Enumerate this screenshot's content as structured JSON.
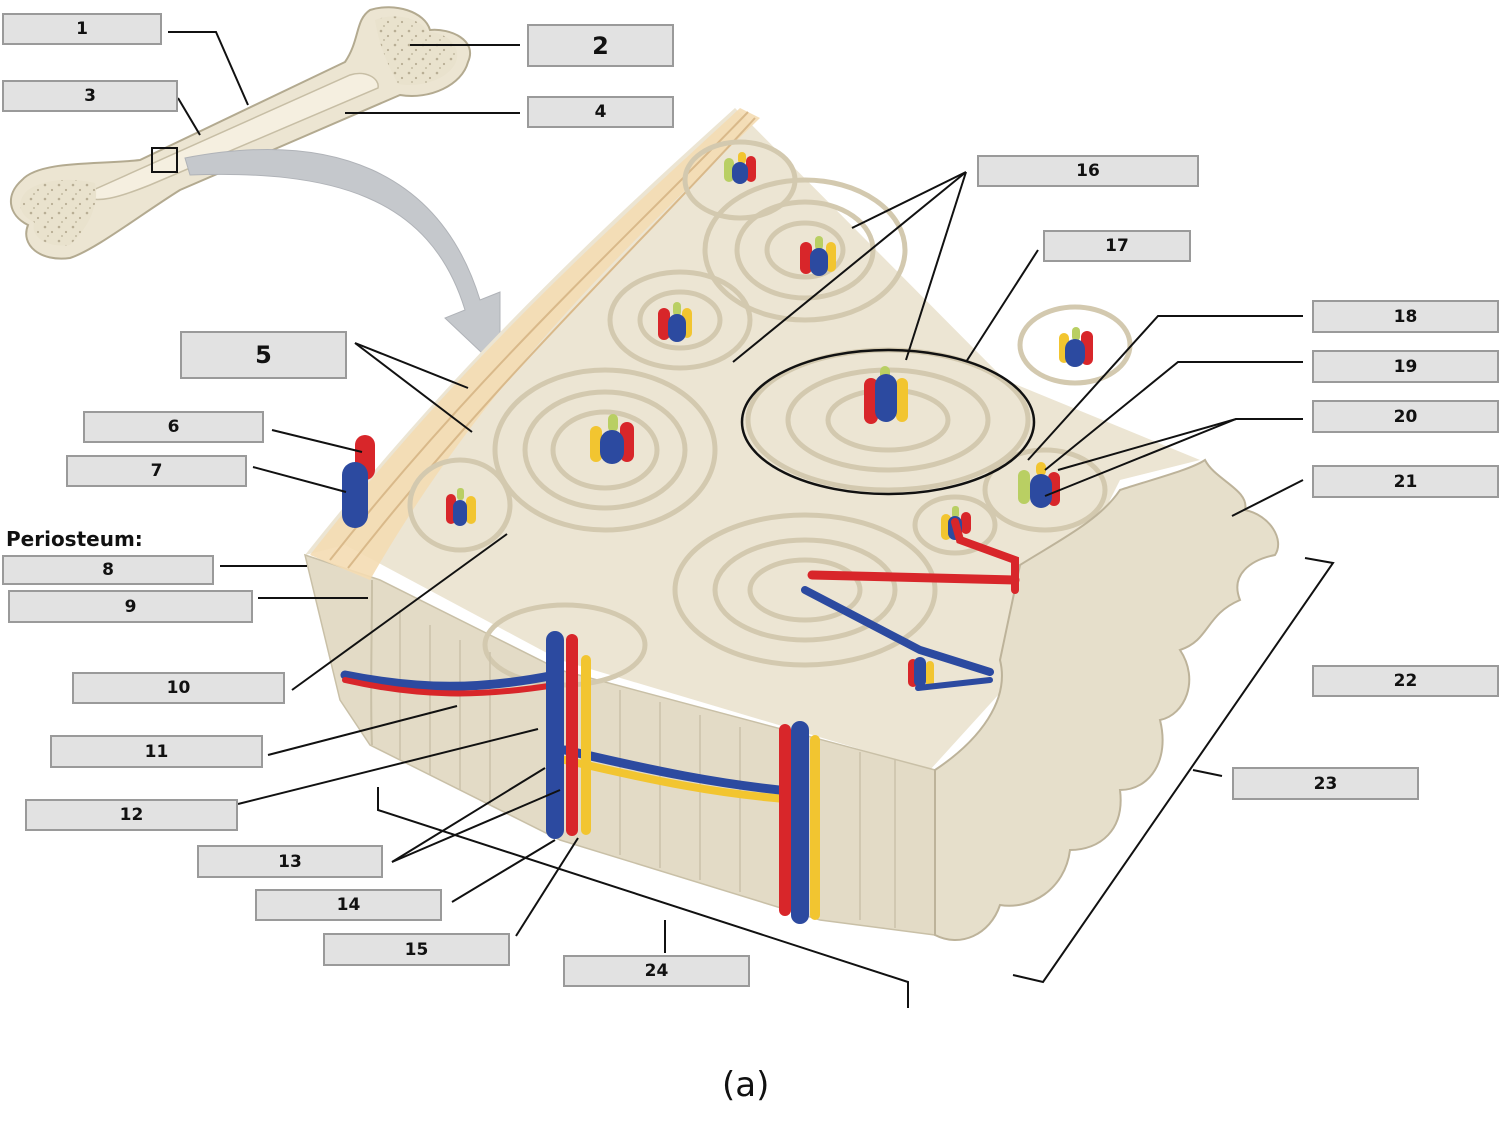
{
  "labels": {
    "l1": "1",
    "l2": "2",
    "l3": "3",
    "l4": "4",
    "l5": "5",
    "l6": "6",
    "l7": "7",
    "l8": "8",
    "l9": "9",
    "l10": "10",
    "l11": "11",
    "l12": "12",
    "l13": "13",
    "l14": "14",
    "l15": "15",
    "l16": "16",
    "l17": "17",
    "l18": "18",
    "l19": "19",
    "l20": "20",
    "l21": "21",
    "l22": "22",
    "l23": "23",
    "l24": "24"
  },
  "periosteum_heading": "Periosteum:",
  "figure_caption": "(a)",
  "colors": {
    "bone": "#ede6d4",
    "bone_shadow": "#d8cfb9",
    "artery": "#d8262a",
    "vein": "#2c4aa0",
    "nerve": "#f2c530",
    "lymph": "#b9cf63",
    "label_fill": "#e2e2e2",
    "label_border": "#9a9a9a",
    "arrow": "#c5c8cc"
  }
}
